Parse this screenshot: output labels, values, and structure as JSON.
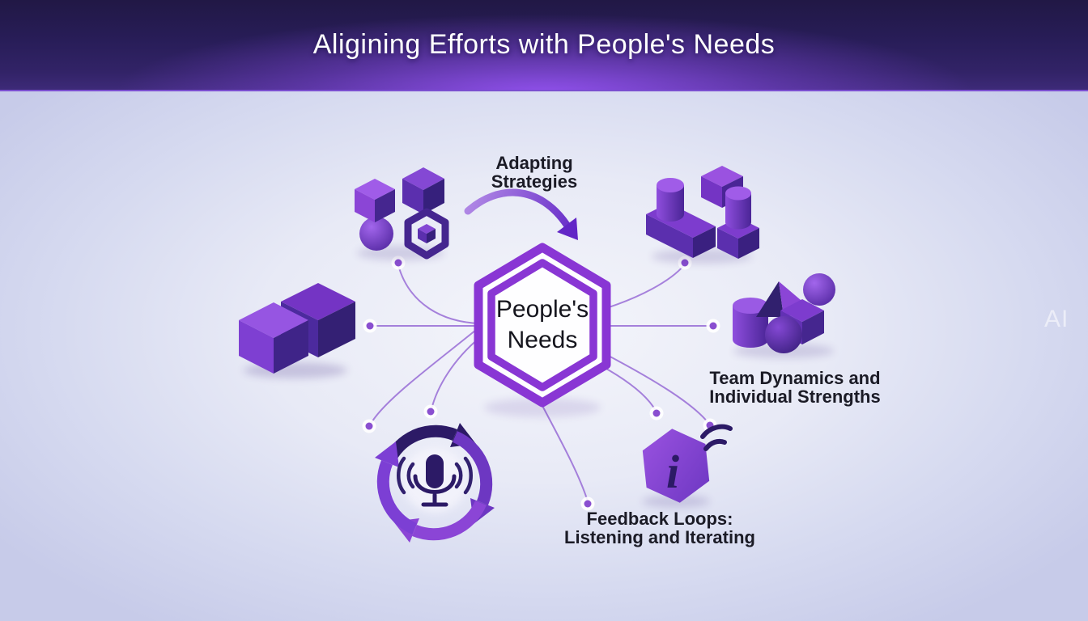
{
  "header": {
    "title": "Aligining Efforts with People's Needs"
  },
  "watermark": "AI",
  "center_node": {
    "line1": "People's",
    "line2": "Needs"
  },
  "callouts": {
    "adapting": {
      "line1": "Adapting",
      "line2": "Strategies"
    },
    "team": {
      "line1": "Team Dynamics and",
      "line2": "Individual Strengths"
    },
    "feedback": {
      "line1": "Feedback Loops:",
      "line2": "Listening and Iterating"
    }
  },
  "icons": {
    "top_left": "cubes-assembly-icon",
    "top_right": "block-cylinders-icon",
    "left": "twin-cubes-icon",
    "right": "geometric-team-shapes-icon",
    "bottom_left": "feedback-cycle-microphone-icon",
    "bottom_right": "info-hexagon-signal-icon"
  },
  "info_glyph": "i",
  "colors": {
    "header_top": "#211845",
    "header_glow": "#9452f1",
    "accent_purple": "#8936d4",
    "connector": "#9d74d8",
    "icon_bright": "#8b45d6",
    "icon_mid": "#6d37c2",
    "icon_dark": "#2c1a66",
    "background_center": "#f4f5fb",
    "background_edge": "#c7cbe9",
    "text_dark": "#1b1b26",
    "title_color": "#ffffff"
  }
}
